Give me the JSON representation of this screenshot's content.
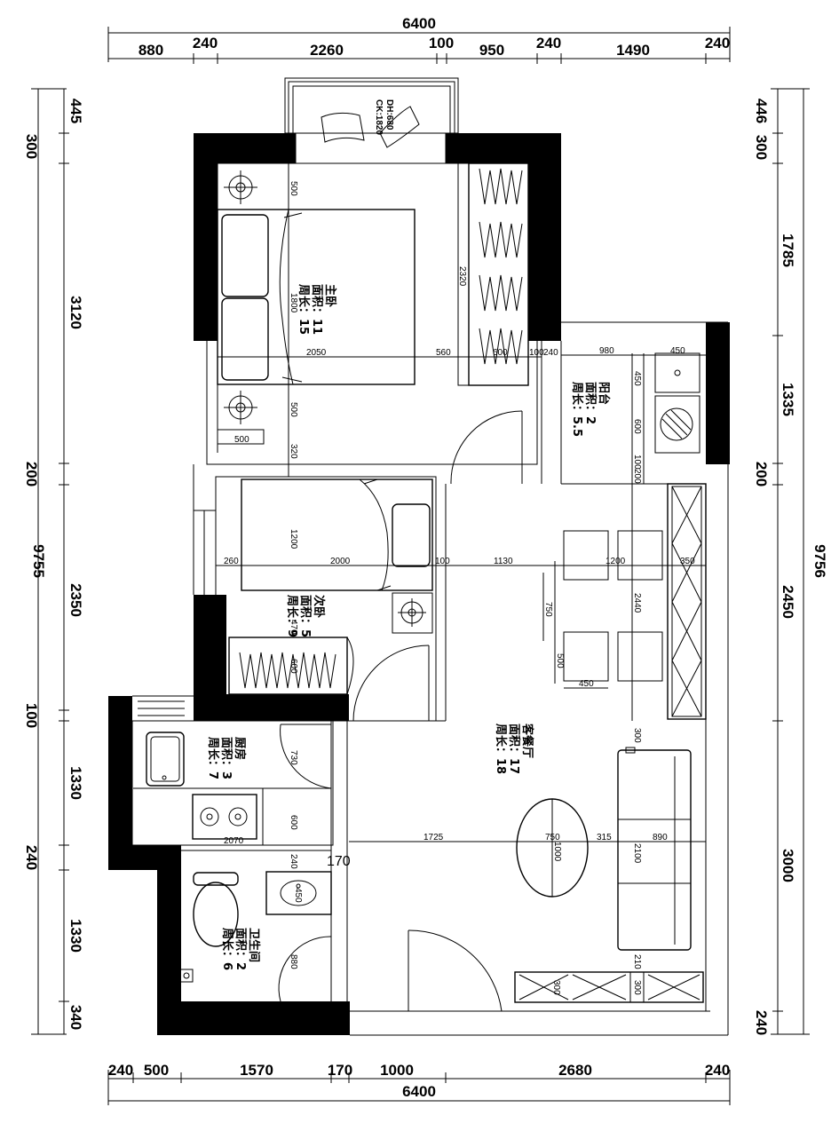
{
  "overall": {
    "top_total": "6400",
    "bottom_total": "6400",
    "left_total": "9755",
    "right_total": "9756"
  },
  "top_dims": [
    "880",
    "240",
    "2260",
    "100",
    "950",
    "240",
    "1490",
    "240"
  ],
  "bottom_dims": [
    "240",
    "500",
    "1570",
    "170",
    "1000",
    "2680",
    "240"
  ],
  "left_dims": [
    "445",
    "300",
    "3120",
    "200",
    "2350",
    "100",
    "1330",
    "240",
    "1330",
    "340"
  ],
  "right_dims": [
    "446",
    "300",
    "1785",
    "1335",
    "200",
    "2450",
    "3000",
    "240"
  ],
  "rooms": {
    "master_bedroom": {
      "name": "主卧",
      "area": "面积：11",
      "perimeter": "周长：15"
    },
    "second_bedroom": {
      "name": "次卧",
      "area": "面积：5",
      "perimeter": "周长：9"
    },
    "balcony": {
      "name": "阳台",
      "area": "面积：2",
      "perimeter": "周长：5.5"
    },
    "living_dining": {
      "name": "客餐厅",
      "area": "面积：17",
      "perimeter": "周长：18"
    },
    "kitchen": {
      "name": "厨房",
      "area": "面积：3",
      "perimeter": "周长：7"
    },
    "bathroom": {
      "name": "卫生间",
      "area": "面积：2",
      "perimeter": "周长：6"
    }
  },
  "window_label": {
    "line1": "CK:1820",
    "line2": "DH:680"
  },
  "inner_dims": {
    "mb_500_top": "500",
    "mb_1800": "1800",
    "mb_2050": "2050",
    "mb_560": "560",
    "mb_600": "600",
    "mb_100": "100",
    "mb_240": "240",
    "mb_2320": "2320",
    "mb_500_bot": "500",
    "mb_500_side": "500",
    "mb_320": "320",
    "sb_1200": "1200",
    "sb_260": "260",
    "sb_2000": "2000",
    "sb_100": "100",
    "sb_470": "470",
    "sb_600": "600",
    "bal_980": "980",
    "bal_450": "450",
    "bal_450v": "450",
    "bal_600": "600",
    "bal_100": "100",
    "bal_200": "200",
    "ld_1130": "1130",
    "ld_1200": "1200",
    "ld_350": "350",
    "ld_2440": "2440",
    "ld_750": "750",
    "ld_500": "500",
    "ld_450": "450",
    "ld_300": "300",
    "ld_1725": "1725",
    "ld_750b": "750",
    "ld_1000": "1000",
    "ld_315": "315",
    "ld_890": "890",
    "ld_2100": "2100",
    "ld_210": "210",
    "ld_300a": "300",
    "ld_300b": "300",
    "k_730": "730",
    "k_600": "600",
    "k_2070": "2070",
    "k_240": "240",
    "k_170": "170",
    "b_450": "450",
    "b_880": "880"
  }
}
